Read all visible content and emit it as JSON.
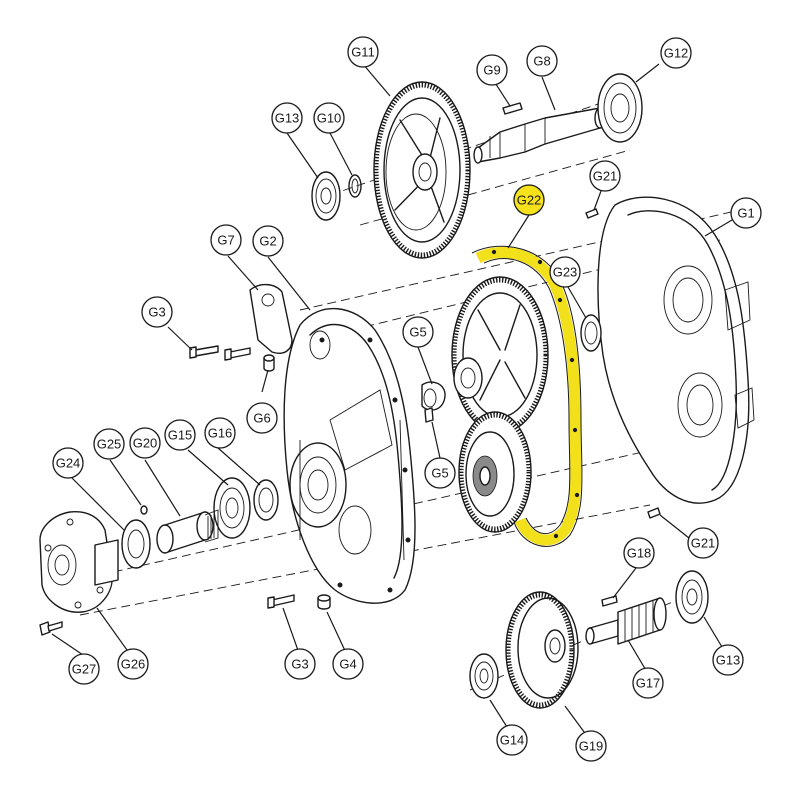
{
  "highlight_color": "#f6e21c",
  "callouts": {
    "g1": "G1",
    "g2": "G2",
    "g3a": "G3",
    "g3b": "G3",
    "g4": "G4",
    "g5a": "G5",
    "g5b": "G5",
    "g6": "G6",
    "g7": "G7",
    "g8": "G8",
    "g9": "G9",
    "g10": "G10",
    "g11": "G11",
    "g12": "G12",
    "g13a": "G13",
    "g13b": "G13",
    "g14": "G14",
    "g15": "G15",
    "g16": "G16",
    "g17": "G17",
    "g18": "G18",
    "g19": "G19",
    "g20": "G20",
    "g21a": "G21",
    "g21b": "G21",
    "g22": "G22",
    "g23": "G23",
    "g24": "G24",
    "g25": "G25",
    "g26": "G26",
    "g27": "G27"
  }
}
